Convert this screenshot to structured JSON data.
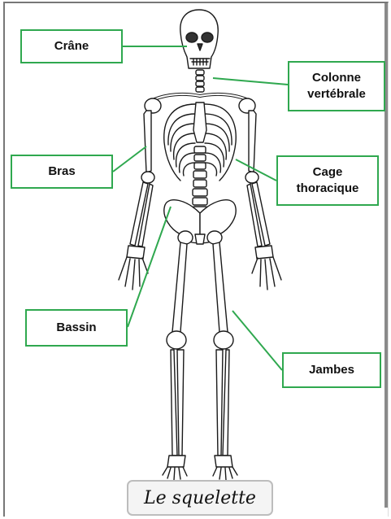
{
  "labels": {
    "crane": "Crâne",
    "colonne": "Colonne\nvertébrale",
    "bras": "Bras",
    "cage": "Cage\nthoracique",
    "bassin": "Bassin",
    "jambes": "Jambes"
  },
  "title": "Le squelette",
  "colors": {
    "connector": "#2fa84f",
    "bone_outline": "#1a1a1a"
  }
}
